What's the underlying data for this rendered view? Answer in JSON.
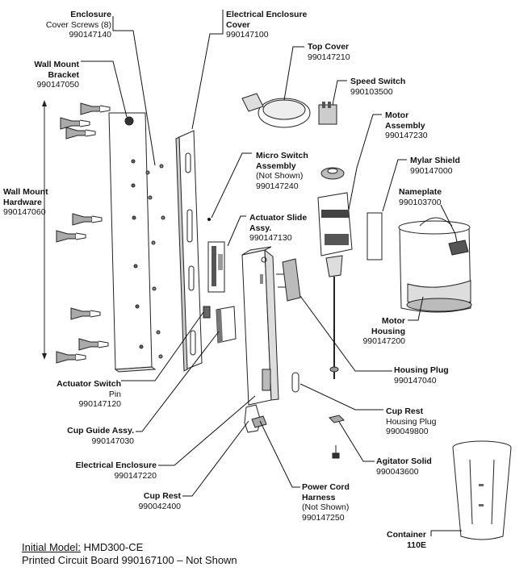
{
  "labels": {
    "enclosure_cover_screws": {
      "title": "Enclosure",
      "lines": [
        "Cover Screws (8)",
        "990147140"
      ]
    },
    "electrical_enclosure_cover": {
      "title": "Electrical Enclosure Cover",
      "lines": [
        "990147100"
      ]
    },
    "wall_mount_bracket": {
      "title": "Wall Mount Bracket",
      "lines": [
        "990147050"
      ]
    },
    "top_cover": {
      "title": "Top Cover",
      "lines": [
        "990147210"
      ]
    },
    "speed_switch": {
      "title": "Speed Switch",
      "lines": [
        "990103500"
      ]
    },
    "motor_assembly": {
      "title": "Motor Assembly",
      "lines": [
        "990147230"
      ]
    },
    "micro_switch_assembly": {
      "title": "Micro Switch Assembly",
      "lines": [
        "(Not Shown)",
        "990147240"
      ]
    },
    "mylar_shield": {
      "title": "Mylar Shield",
      "lines": [
        "990147000"
      ]
    },
    "nameplate": {
      "title": "Nameplate",
      "lines": [
        "990103700"
      ]
    },
    "wall_mount_hardware": {
      "title": "Wall Mount Hardware",
      "lines": [
        "990147060"
      ]
    },
    "actuator_slide": {
      "title": "Actuator Slide Assy.",
      "lines": [
        "990147130"
      ]
    },
    "motor_housing": {
      "title": "Motor Housing",
      "lines": [
        "990147200"
      ]
    },
    "housing_plug": {
      "title": "Housing Plug",
      "lines": [
        "990147040"
      ]
    },
    "actuator_switch": {
      "title": "Actuator Switch",
      "lines": [
        "Pin",
        "990147120"
      ]
    },
    "cup_guide": {
      "title": "Cup Guide Assy.",
      "lines": [
        "990147030"
      ]
    },
    "cup_rest_housing_plug": {
      "title": "Cup Rest",
      "lines": [
        "Housing Plug",
        "990049800"
      ]
    },
    "agitator_solid": {
      "title": "Agitator Solid",
      "lines": [
        "990043600"
      ]
    },
    "electrical_enclosure": {
      "title": "Electrical Enclosure",
      "lines": [
        "990147220"
      ]
    },
    "cup_rest": {
      "title": "Cup Rest",
      "lines": [
        "990042400"
      ]
    },
    "power_cord_harness": {
      "title": "Power Cord Harness",
      "lines": [
        "(Not Shown)",
        "990147250"
      ]
    },
    "container": {
      "title": "Container",
      "lines": [
        "110E"
      ]
    }
  },
  "footer": {
    "model_label": "Initial Model:",
    "model_value": " HMD300-CE",
    "pcb_note": "Printed Circuit Board 990167100 – Not Shown"
  }
}
